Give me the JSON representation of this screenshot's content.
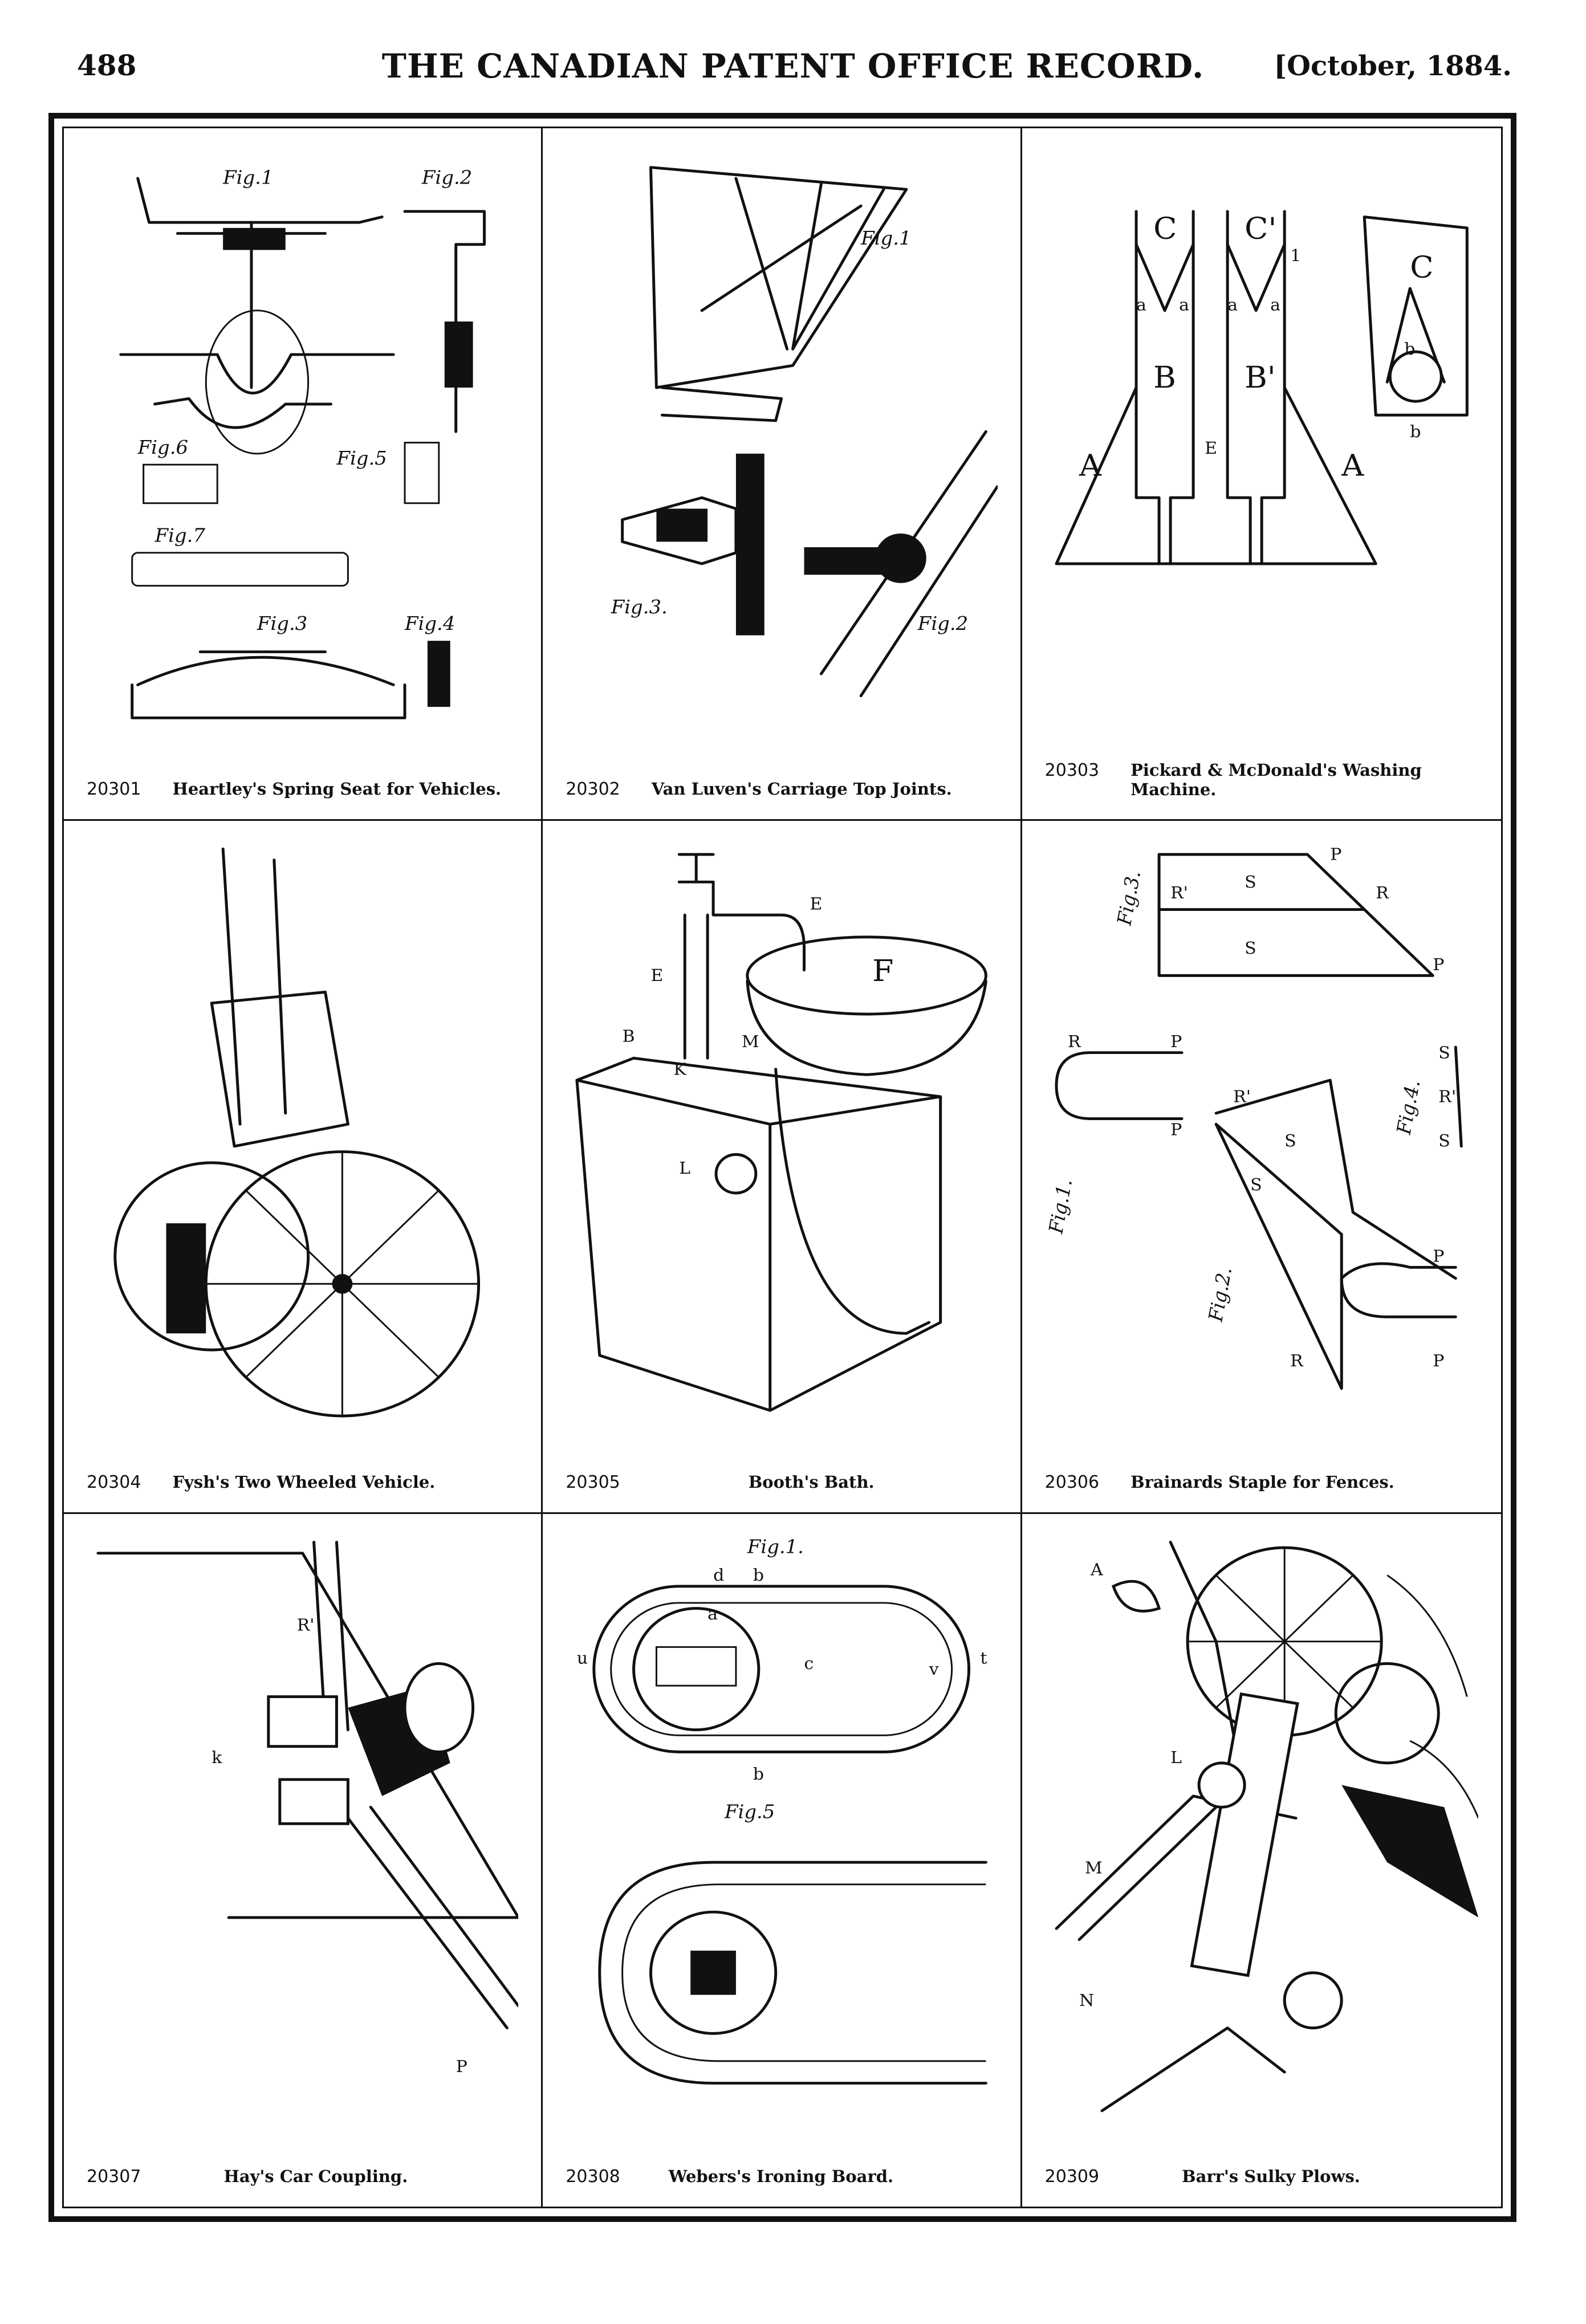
{
  "header": {
    "page_number": "488",
    "journal_title": "THE CANADIAN PATENT OFFICE RECORD.",
    "issue_date": "[October, 1884."
  },
  "plates": [
    {
      "number": "20301",
      "title": "Heartley's Spring Seat for Vehicles."
    },
    {
      "number": "20302",
      "title": "Van Luven's Carriage Top Joints."
    },
    {
      "number": "20303",
      "title": "Pickard & McDonald's Washing Machine."
    },
    {
      "number": "20304",
      "title": "Fysh's Two Wheeled Vehicle."
    },
    {
      "number": "20305",
      "title": "Booth's Bath."
    },
    {
      "number": "20306",
      "title": "Brainards Staple for Fences."
    },
    {
      "number": "20307",
      "title": "Hay's Car Coupling."
    },
    {
      "number": "20308",
      "title": "Webers's Ironing Board."
    },
    {
      "number": "20309",
      "title": "Barr's Sulky Plows."
    }
  ],
  "figure_labels": {
    "p20301": [
      "Fig.1",
      "Fig.2",
      "Fig.6",
      "Fig.5",
      "Fig.7",
      "Fig.3",
      "Fig.4"
    ],
    "p20302": [
      "Fig.1",
      "Fig.3.",
      "Fig.2"
    ],
    "p20303": [
      "C",
      "C'",
      "C",
      "B",
      "B'",
      "E",
      "A",
      "A",
      "a",
      "a",
      "a",
      "a",
      "b",
      "b",
      "1"
    ],
    "p20305": [
      "E",
      "F",
      "E",
      "B",
      "M",
      "K",
      "L"
    ],
    "p20306": [
      "Fig.3.",
      "S",
      "S",
      "R",
      "R'",
      "P",
      "P",
      "Fig.1.",
      "R",
      "P",
      "P",
      "R'",
      "S",
      "S",
      "Fig.2.",
      "P",
      "R",
      "P",
      "Fig.4.",
      "S",
      "R'",
      "S"
    ],
    "p20307": [
      "R'",
      "k",
      "P"
    ],
    "p20308": [
      "Fig.1.",
      "d",
      "b",
      "a",
      "c",
      "v",
      "t",
      "u",
      "b",
      "Fig.5"
    ],
    "p20309": [
      "A",
      "M",
      "N",
      "L"
    ]
  }
}
